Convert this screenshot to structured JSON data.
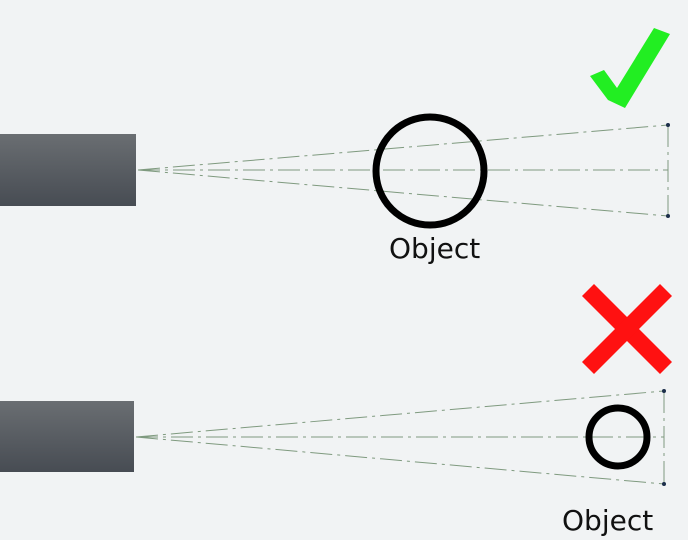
{
  "panels": [
    {
      "status": "correct",
      "status_icon": "checkmark-icon",
      "status_color": "#22ee22",
      "object_label": "Object"
    },
    {
      "status": "incorrect",
      "status_icon": "cross-icon",
      "status_color": "#ff1111",
      "object_label": "Object"
    }
  ],
  "colors": {
    "background": "#f1f3f4",
    "sensor_top": "#6a6e72",
    "sensor_bottom": "#474c53",
    "beam_line": "#7f9a7f",
    "object_stroke": "#000000"
  }
}
